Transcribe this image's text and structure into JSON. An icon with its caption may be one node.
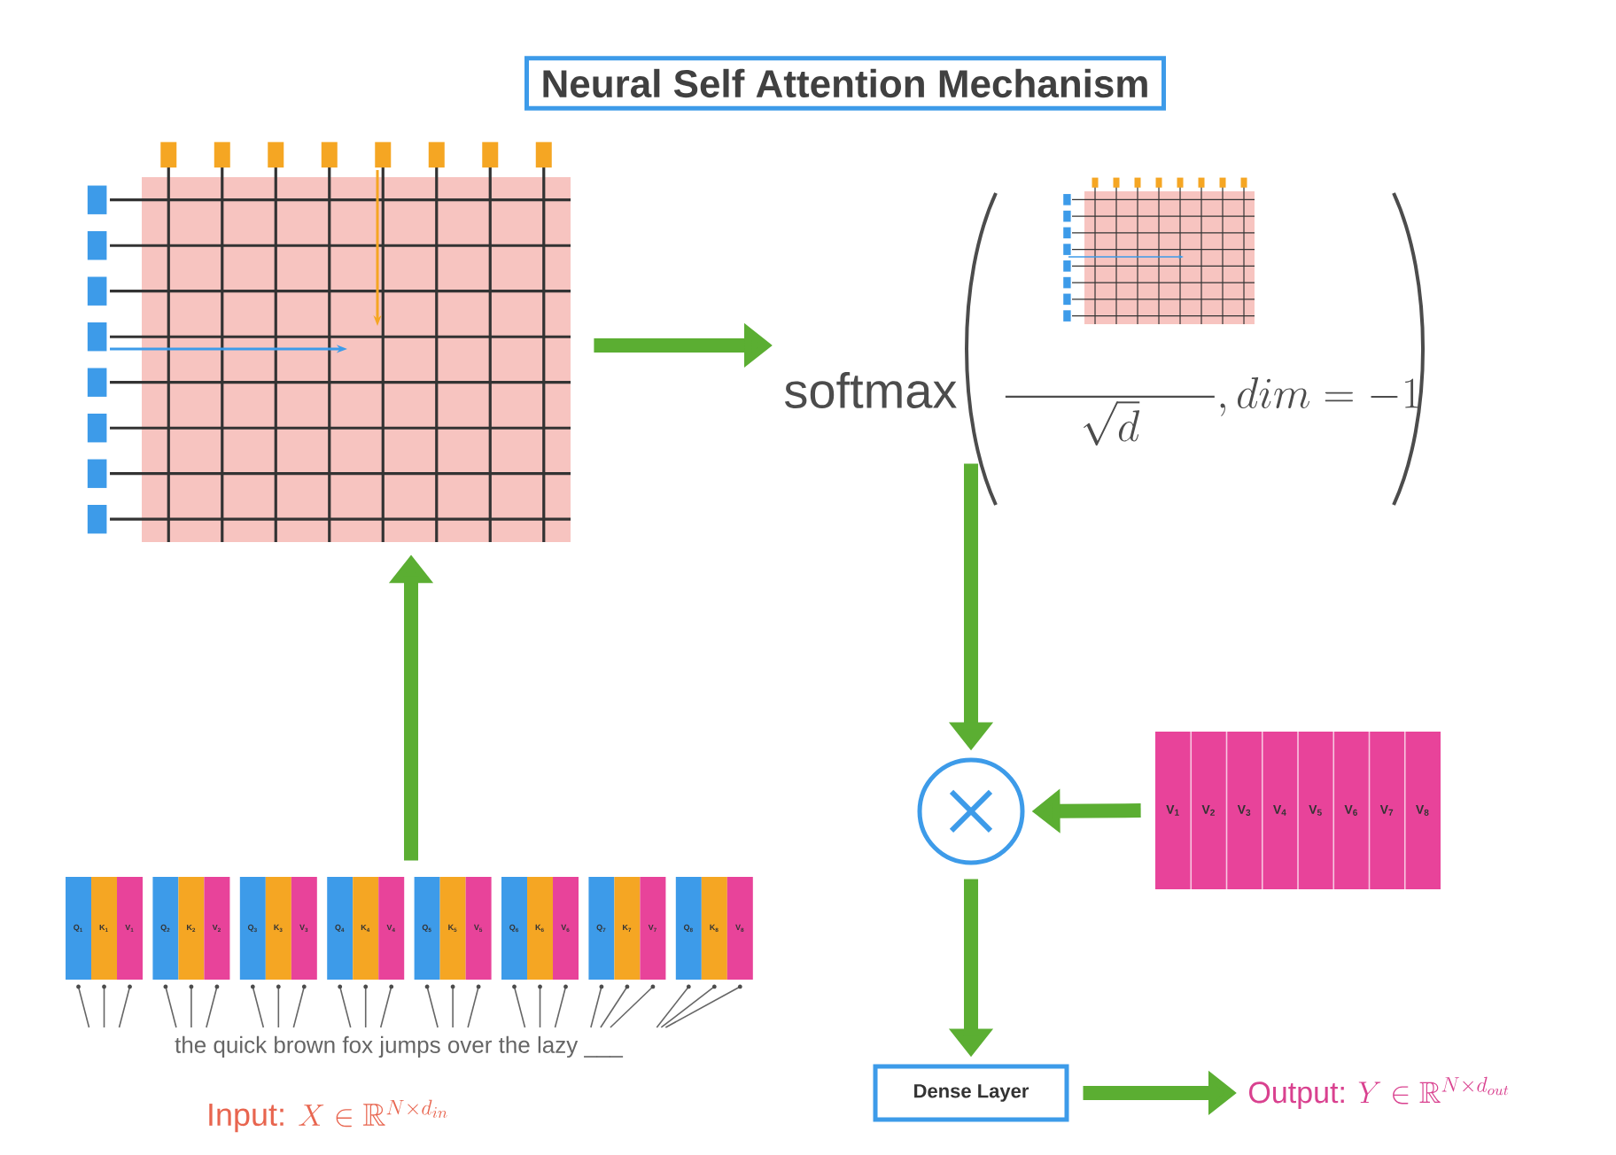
{
  "diagram": {
    "nodes": [
      {
        "text": [
          "Neural Self Attention Mechanism"
        ]
      },
      {
        "text": [],
        "shape": "picture"
      },
      {
        "text": [
          "softmax",
          "\\sqrt{d}",
          "{,}\\, dim = -1"
        ]
      },
      {
        "text": [],
        "shape": "circle"
      },
      {
        "text": [
          "V$_{1}$",
          "V$_{2}$",
          "V$_{3}$",
          "V$_{4}$",
          "V$_{5}$",
          "V$_{6}$",
          "V$_{7}$",
          "V$_{8}$"
        ]
      },
      {
        "text": [
          "Dense Layer"
        ]
      },
      {
        "text": [
          "Output:",
          "Y \\in \\mathbb{R}^{N\\times d_{out}}"
        ]
      },
      {
        "text": [],
        "shape": "picture"
      }
    ],
    "edges": [
      {
        "from": 1,
        "to": 2,
        "arrow": "to"
      },
      {
        "from": 2,
        "to": 3,
        "arrow": "to"
      },
      {
        "from": 4,
        "to": 3,
        "arrow": "to"
      },
      {
        "from": 3,
        "to": 5,
        "arrow": "to"
      },
      {
        "from": 5,
        "to": 6,
        "arrow": "to"
      },
      {
        "from": 7,
        "to": 1,
        "arrow": "to"
      }
    ],
    "labels": [
      "the quick brown fox jumps over the lazy ___",
      "Q$_{1}$",
      "K$_{1}$",
      "V$_{1}$",
      "Q$_{2}$",
      "K$_{2}$",
      "V$_{2}$",
      "Q$_{3}$",
      "K$_{3}$",
      "V$_{3}$",
      "Q$_{4}$",
      "K$_{4}$",
      "V$_{4}$",
      "Q$_{5}$",
      "K$_{5}$",
      "V$_{5}$",
      "Q$_{6}$",
      "K$_{6}$",
      "V$_{6}$",
      "Q$_{7}$",
      "K$_{7}$",
      "V$_{7}$",
      "Q$_{8}$",
      "K$_{8}$",
      "V$_{8}$",
      "Input:",
      "X \\in \\mathbb{R}^{N\\times d_{in}}"
    ]
  }
}
